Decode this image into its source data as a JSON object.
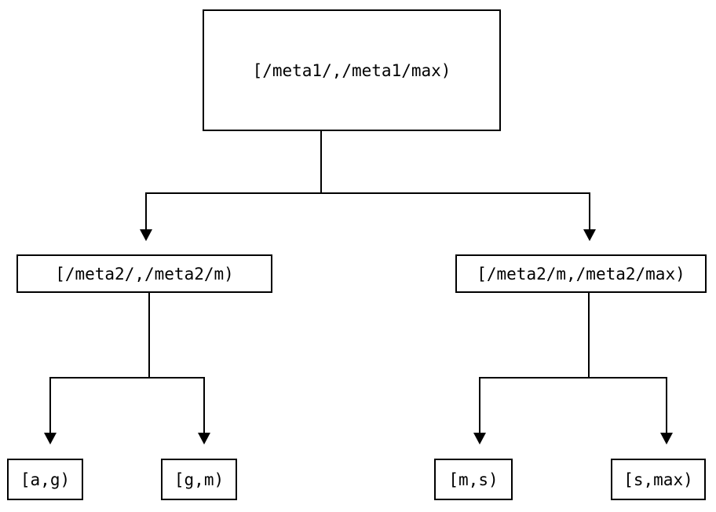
{
  "diagram": {
    "type": "tree",
    "title": "",
    "orientation": "top-down",
    "line_color": "#000000",
    "background_color": "#ffffff",
    "node_fill": "#ffffff",
    "nodes": {
      "root": {
        "label": "[/meta1/,/meta1/max)"
      },
      "mid_left": {
        "label": "[/meta2/,/meta2/m)"
      },
      "mid_right": {
        "label": "[/meta2/m,/meta2/max)"
      },
      "leaf_1": {
        "label": "[a,g)"
      },
      "leaf_2": {
        "label": "[g,m)"
      },
      "leaf_3": {
        "label": "[m,s)"
      },
      "leaf_4": {
        "label": "[s,max)"
      }
    },
    "edges": [
      {
        "from": "root",
        "to": "mid_left",
        "arrow": "down"
      },
      {
        "from": "root",
        "to": "mid_right",
        "arrow": "down"
      },
      {
        "from": "mid_left",
        "to": "leaf_1",
        "arrow": "down"
      },
      {
        "from": "mid_left",
        "to": "leaf_2",
        "arrow": "down"
      },
      {
        "from": "mid_right",
        "to": "leaf_3",
        "arrow": "down"
      },
      {
        "from": "mid_right",
        "to": "leaf_4",
        "arrow": "down"
      }
    ]
  }
}
